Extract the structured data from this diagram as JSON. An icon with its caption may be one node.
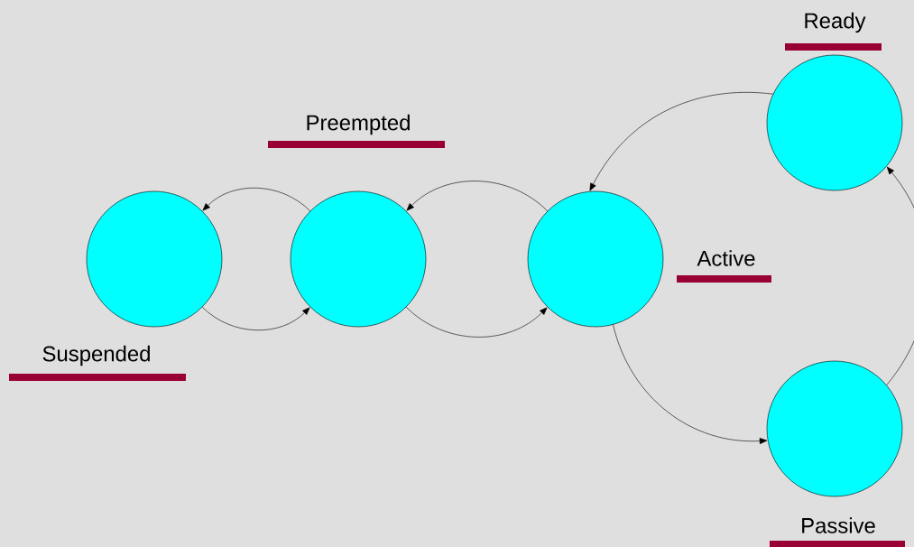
{
  "diagram": {
    "nodes": [
      {
        "text": [],
        "shape": "circle",
        "beside": [
          "Suspended"
        ]
      },
      {
        "text": [],
        "shape": "circle",
        "beside": [
          "Preempted"
        ]
      },
      {
        "text": [],
        "shape": "circle",
        "beside": [
          "Active"
        ]
      },
      {
        "text": [],
        "shape": "circle",
        "beside": [
          "Ready"
        ]
      },
      {
        "text": [],
        "shape": "circle",
        "beside": [
          "Passive"
        ]
      }
    ],
    "edges": [
      {
        "from": 1,
        "to": 0,
        "arrow": "to"
      },
      {
        "from": 0,
        "to": 1,
        "arrow": "to"
      },
      {
        "from": 2,
        "to": 1,
        "arrow": "to"
      },
      {
        "from": 1,
        "to": 2,
        "arrow": "to"
      },
      {
        "from": 3,
        "to": 2,
        "arrow": "to"
      },
      {
        "from": 2,
        "to": 4,
        "arrow": "to"
      },
      {
        "from": 4,
        "to": 3,
        "arrow": "to"
      }
    ]
  }
}
